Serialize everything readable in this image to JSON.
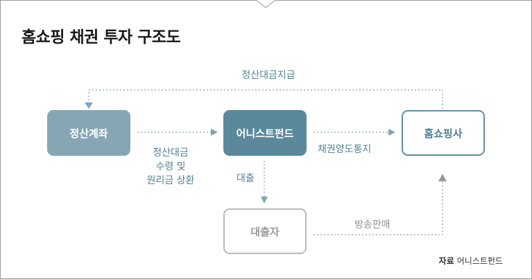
{
  "title": "홈쇼핑 채권 투자 구조도",
  "nodes": {
    "settlement_account": "정산계좌",
    "fund": "어니스트펀드",
    "homeshopping": "홈쇼핑사",
    "borrower": "대출자"
  },
  "labels": {
    "settlement_payment": "정산대금지급",
    "settlement_repayment": [
      "정산대금",
      "수령 및",
      "원리금 상환"
    ],
    "loan": "대출",
    "bond_transfer_notice": "채권양도통지",
    "broadcast_sales": "방송판매"
  },
  "source": {
    "label": "자료",
    "name": "어니스트펀드"
  },
  "colors": {
    "teal_dark": "#5b899c",
    "teal_light": "#86a6b4",
    "teal_text": "#4f8297",
    "gray": "#9a9a9a"
  }
}
